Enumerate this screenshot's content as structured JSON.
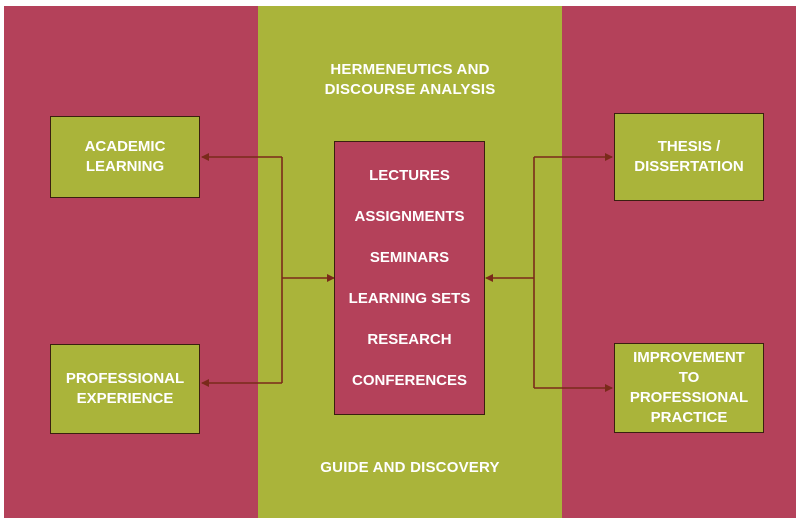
{
  "colors": {
    "crimson": "#b4415a",
    "olive": "#aab43a",
    "arrow": "#7a2a1a",
    "border": "#3a1f10",
    "text": "#ffffff"
  },
  "diagram": {
    "center_title": [
      "HERMENEUTICS AND",
      "DISCOURSE ANALYSIS"
    ],
    "center_footer": "GUIDE AND DISCOVERY",
    "center_items": [
      "LECTURES",
      "ASSIGNMENTS",
      "SEMINARS",
      "LEARNING SETS",
      "RESEARCH",
      "CONFERENCES"
    ],
    "left_top": [
      "ACADEMIC",
      "LEARNING"
    ],
    "left_bottom": [
      "PROFESSIONAL",
      "EXPERIENCE"
    ],
    "right_top": [
      "THESIS /",
      "DISSERTATION"
    ],
    "right_bottom": [
      "IMPROVEMENT",
      "TO",
      "PROFESSIONAL",
      "PRACTICE"
    ]
  }
}
